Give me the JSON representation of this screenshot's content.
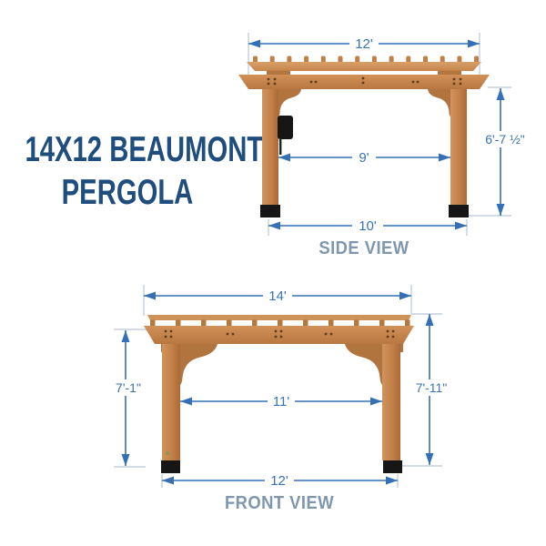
{
  "title": {
    "line1": "14X12 BEAUMONT",
    "line2": "PERGOLA"
  },
  "side_view": {
    "label": "SIDE VIEW",
    "dimensions": {
      "top_width": "12'",
      "post_span": "9'",
      "base_width": "10'",
      "height": "6'-7 ½\""
    }
  },
  "front_view": {
    "label": "FRONT VIEW",
    "dimensions": {
      "top_width": "14'",
      "post_span": "11'",
      "base_width": "12'",
      "left_height": "7'-1\"",
      "right_height": "7'-11\""
    }
  },
  "colors": {
    "title_text": "#1e4d7e",
    "dimension_line": "#3570b4",
    "dimension_text": "#3a73b5",
    "extension_line": "#b9c7d7",
    "view_label_text": "#7e96ae",
    "wood_main": "#ca8951",
    "wood_dark": "#ad6f3c",
    "wood_light": "#d69a62",
    "hardware_black": "#161616"
  }
}
